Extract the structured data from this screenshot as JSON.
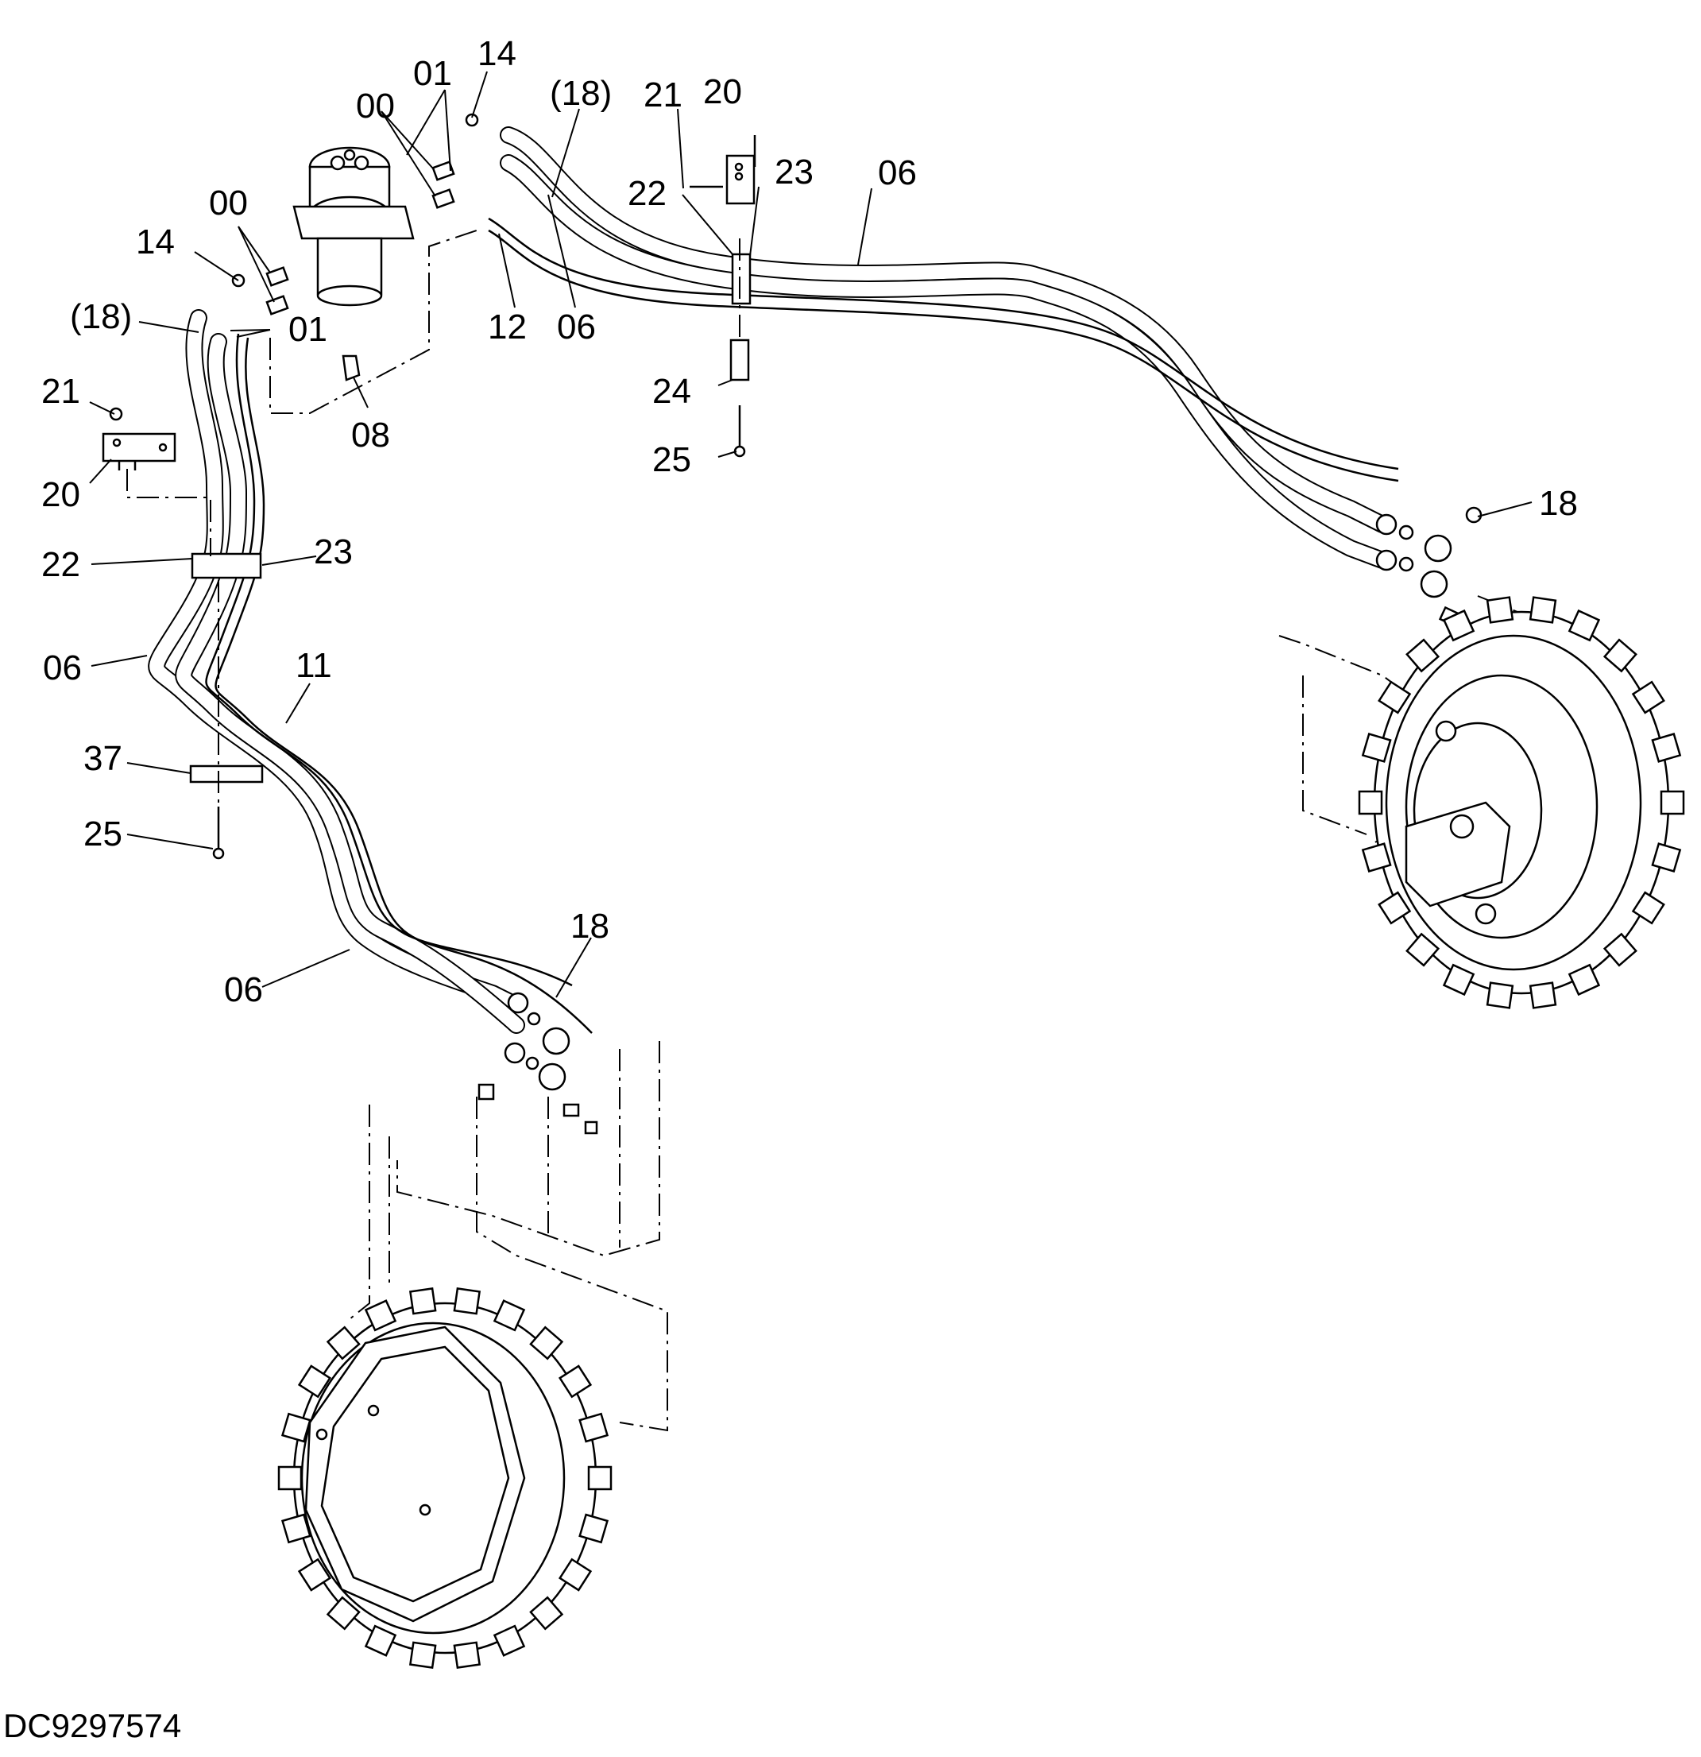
{
  "drawing_code": "DC9297574",
  "callouts": [
    {
      "id": "c-14-top",
      "text": "14"
    },
    {
      "id": "c-01-top",
      "text": "01"
    },
    {
      "id": "c-00-top",
      "text": "00"
    },
    {
      "id": "c-18p-top",
      "text": "(18)"
    },
    {
      "id": "c-21-top",
      "text": "21"
    },
    {
      "id": "c-20-top",
      "text": "20"
    },
    {
      "id": "c-22-top",
      "text": "22"
    },
    {
      "id": "c-23-top",
      "text": "23"
    },
    {
      "id": "c-06-top",
      "text": "06"
    },
    {
      "id": "c-00-left",
      "text": "00"
    },
    {
      "id": "c-14-left",
      "text": "14"
    },
    {
      "id": "c-18p-left",
      "text": "(18)"
    },
    {
      "id": "c-01-left",
      "text": "01"
    },
    {
      "id": "c-12",
      "text": "12"
    },
    {
      "id": "c-06-mid",
      "text": "06"
    },
    {
      "id": "c-08",
      "text": "08"
    },
    {
      "id": "c-24",
      "text": "24"
    },
    {
      "id": "c-25-top",
      "text": "25"
    },
    {
      "id": "c-21-left",
      "text": "21"
    },
    {
      "id": "c-20-left",
      "text": "20"
    },
    {
      "id": "c-22-left",
      "text": "22"
    },
    {
      "id": "c-23-left",
      "text": "23"
    },
    {
      "id": "c-06-left",
      "text": "06"
    },
    {
      "id": "c-11",
      "text": "11"
    },
    {
      "id": "c-37",
      "text": "37"
    },
    {
      "id": "c-25-left",
      "text": "25"
    },
    {
      "id": "c-18-right",
      "text": "18"
    },
    {
      "id": "c-18-bottom",
      "text": "18"
    },
    {
      "id": "c-06-bottom",
      "text": "06"
    }
  ]
}
